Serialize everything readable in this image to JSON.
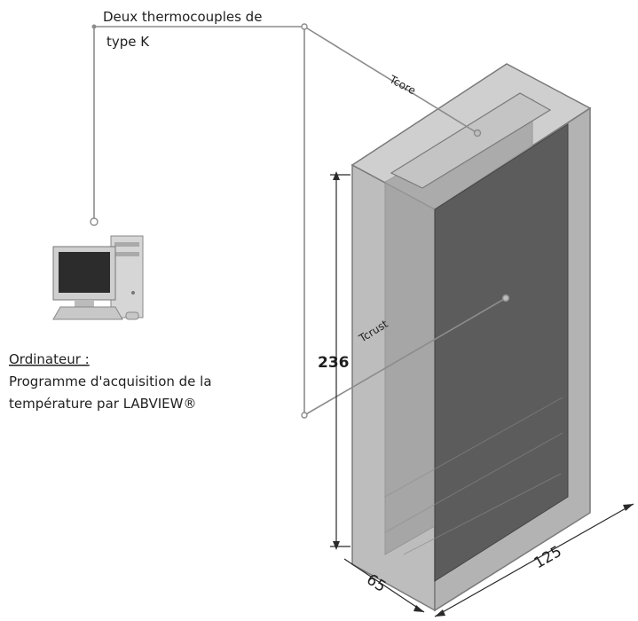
{
  "thermocouple_label_line1": "Deux thermocouples de",
  "thermocouple_label_line2": "type K",
  "probe_core_label": "Tcore",
  "probe_crust_label": "Tcrust",
  "computer_title": "Ordinateur :",
  "computer_desc_line1": "Programme d'acquisition de la",
  "computer_desc_line2": "température par LABVIEW®",
  "dim_height": "236",
  "dim_depth": "65",
  "dim_width": "125",
  "colors": {
    "block_outer": "#b8b8b8",
    "block_dark": "#5c5c5c",
    "wire": "#8c8c8c",
    "text": "#1f1f1f"
  }
}
